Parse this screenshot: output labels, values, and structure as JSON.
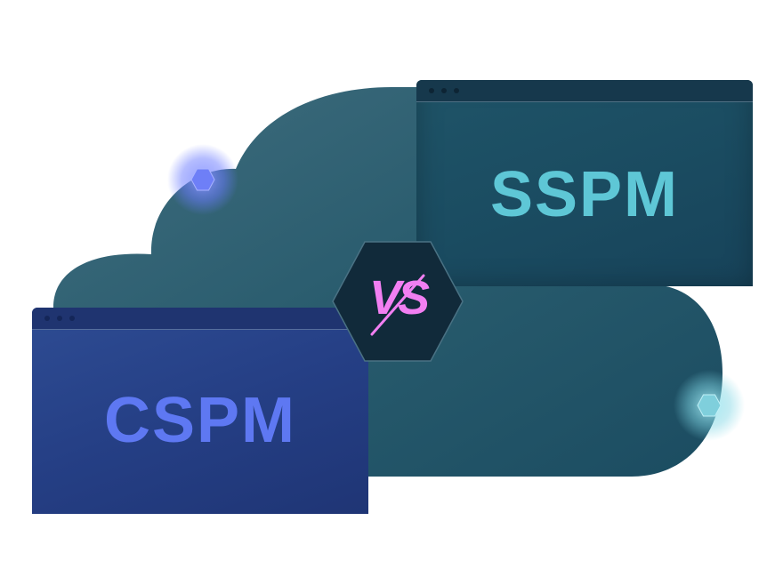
{
  "labels": {
    "right_window": "SSPM",
    "left_window": "CSPM",
    "versus": "VS"
  },
  "colors": {
    "cloud": "#2e5f72",
    "sspm_text": "#5ec7d6",
    "cspm_text": "#5e78f2",
    "vs_text": "#f27ff2",
    "badge_fill": "#112a3a",
    "glow_purple": "#6b7bff",
    "glow_cyan": "#7fd6e4"
  },
  "icons": {
    "window_dots": "three-dot-window-controls",
    "badge": "hexagon",
    "glows": "glowing-hexagon"
  }
}
